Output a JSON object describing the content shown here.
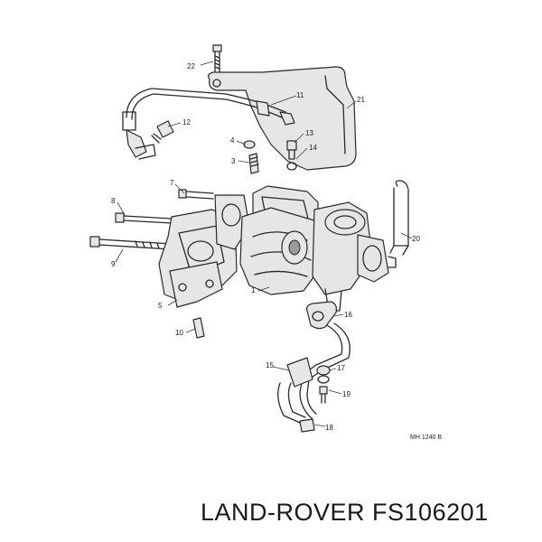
{
  "drawing_ref": "MH 1240 B",
  "caption": "LAND-ROVER FS106201",
  "callouts": {
    "c1": "1",
    "c3": "3",
    "c4": "4",
    "c5": "5",
    "c7": "7",
    "c8": "8",
    "c9": "9",
    "c10": "10",
    "c11": "11",
    "c12": "12",
    "c13": "13",
    "c14": "14",
    "c15": "15",
    "c16": "16",
    "c17": "17",
    "c18": "18",
    "c19": "19",
    "c20": "20",
    "c21": "21",
    "c22": "22"
  }
}
